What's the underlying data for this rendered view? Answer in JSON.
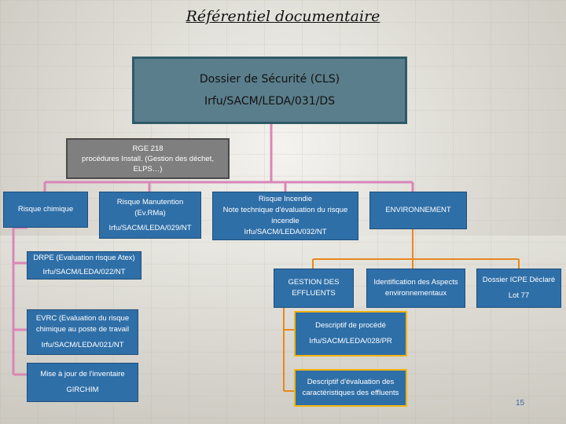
{
  "title": "Référentiel documentaire",
  "main": {
    "line1": "Dossier de Sécurité (CLS)",
    "line2": "Irfu/SACM/LEDA/031/DS"
  },
  "rge": {
    "line1": "RGE 218",
    "line2": "procédures Install. (Gestion des déchet,",
    "line3": "ELPS…)"
  },
  "risque_chimique": {
    "line1": "Risque chimique"
  },
  "risque_manutention": {
    "line1": "Risque Manutention",
    "line2": "(Ev.RMa)",
    "line3": "Irfu/SACM/LEDA/029/NT"
  },
  "risque_incendie": {
    "line1": "Risque Incendie",
    "line2": "Note technique d'évaluation du risque",
    "line3": "incendie",
    "line4": "Irfu/SACM/LEDA/032/NT"
  },
  "environnement": {
    "line1": "ENVIRONNEMENT"
  },
  "drpe": {
    "line1": "DRPE (Evaluation risque Atex)",
    "line2": "Irfu/SACM/LEDA/022/NT"
  },
  "evrc": {
    "line1": "EVRC (Evaluation du risque",
    "line2": "chimique au poste de travail",
    "line3": "Irfu/SACM/LEDA/021/NT"
  },
  "inventaire": {
    "line1": "Mise à jour de l'inventaire",
    "line2": "GIRCHIM"
  },
  "gestion_effluents": {
    "line1": "GESTION DES",
    "line2": "EFFLUENTS"
  },
  "identification": {
    "line1": "Identification des Aspects",
    "line2": "environnementaux"
  },
  "icpe": {
    "line1": "Dossier ICPE Déclaré",
    "line2": "Lot 77"
  },
  "descriptif_procede": {
    "line1": "Descriptif de procédé",
    "line2": "Irfu/SACM/LEDA/028/PR"
  },
  "descriptif_evaluation": {
    "line1": "Descriptif d'évaluation des",
    "line2": "caractéristiques des effluents"
  },
  "page_number": "15",
  "colors": {
    "box_blue": "#2f6fa8",
    "main_box": "#5b7e8c",
    "rge_box": "#7f7f7f",
    "connector_pink": "#d986b8",
    "connector_orange": "#e8881e",
    "highlight_border": "#f2b40e"
  }
}
